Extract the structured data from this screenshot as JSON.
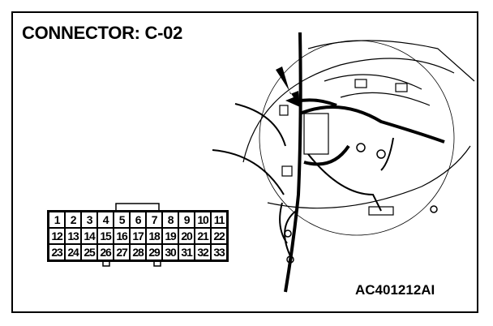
{
  "title": "CONNECTOR: C-02",
  "figure_code": "AC401212AI",
  "connector_pins": [
    [
      "1",
      "2",
      "3",
      "4",
      "5",
      "6",
      "7",
      "8",
      "9",
      "10",
      "11"
    ],
    [
      "12",
      "13",
      "14",
      "15",
      "16",
      "17",
      "18",
      "19",
      "20",
      "21",
      "22"
    ],
    [
      "23",
      "24",
      "25",
      "26",
      "27",
      "28",
      "29",
      "30",
      "31",
      "32",
      "33"
    ]
  ]
}
